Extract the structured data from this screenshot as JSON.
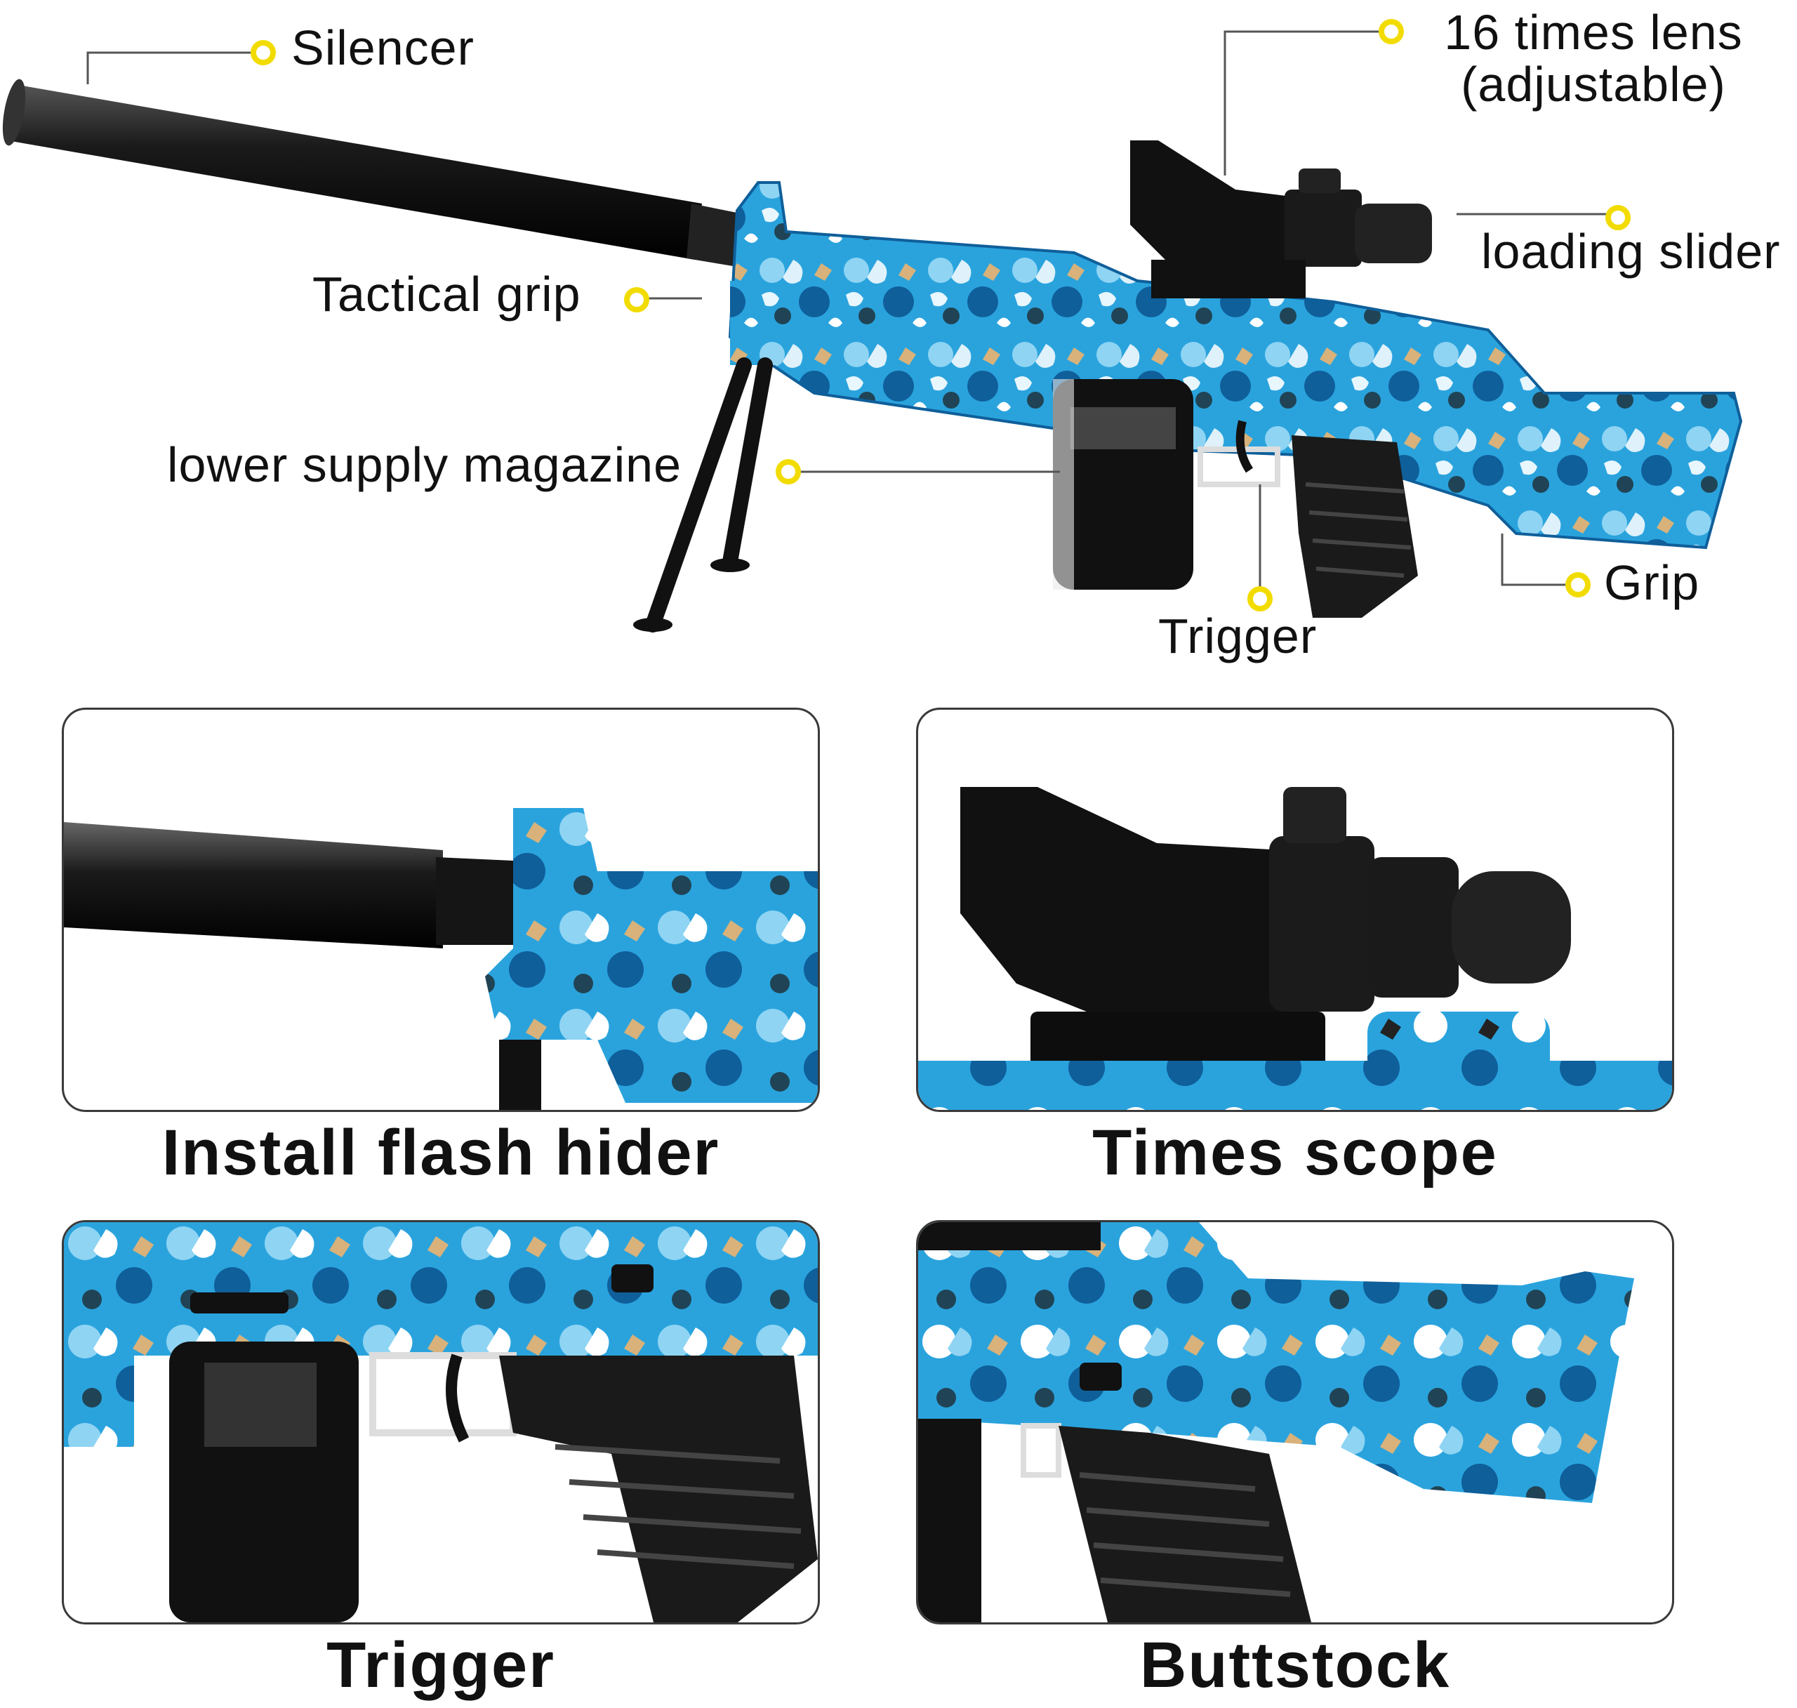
{
  "callouts": {
    "silencer": "Silencer",
    "lens_line1": "16 times lens",
    "lens_line2": "(adjustable)",
    "loading_slider": "loading slider",
    "tactical_grip": "Tactical grip",
    "lower_supply_magazine": "lower supply magazine",
    "grip": "Grip",
    "trigger": "Trigger"
  },
  "panels": [
    {
      "caption": "Install flash hider"
    },
    {
      "caption": "Times scope"
    },
    {
      "caption": "Trigger"
    },
    {
      "caption": "Buttstock"
    }
  ],
  "colors": {
    "camo_blue": "#2aa3dd",
    "camo_light": "#8fd4f3",
    "camo_dark": "#0f5f9a",
    "black_part": "#111111",
    "callout_dot": "#f2dc00",
    "callout_line": "#555555"
  }
}
